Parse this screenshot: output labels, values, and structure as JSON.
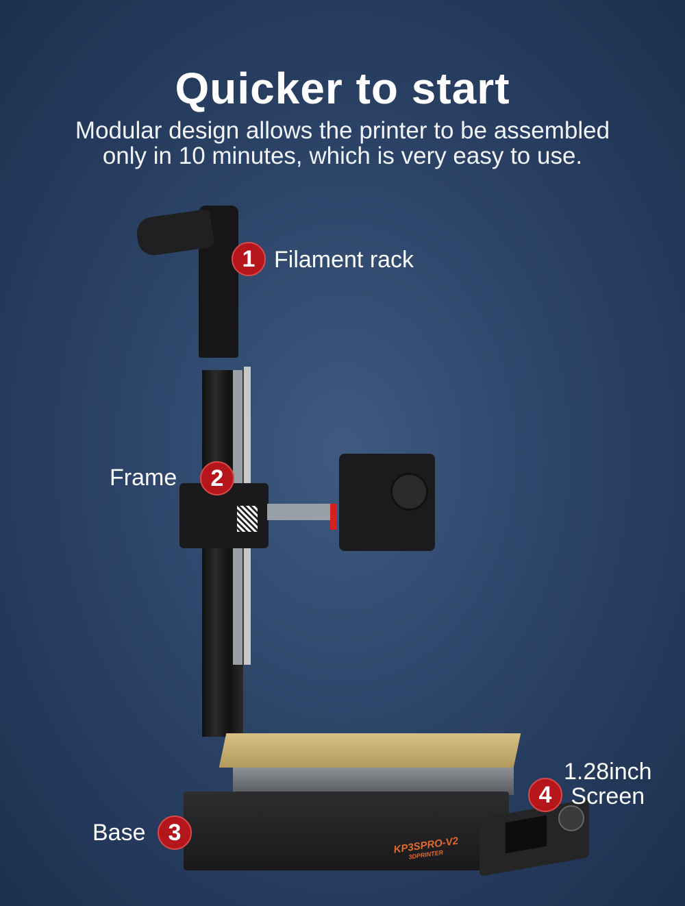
{
  "title": "Quicker to start",
  "subtitle_line1": "Modular design allows the printer to be assembled",
  "subtitle_line2": "only in 10 minutes, which is very easy to use.",
  "callouts": [
    {
      "number": "1",
      "label": "Filament rack"
    },
    {
      "number": "2",
      "label": "Frame"
    },
    {
      "number": "3",
      "label": "Base"
    },
    {
      "number": "4",
      "label_line1": "1.28inch",
      "label_line2": "Screen"
    }
  ],
  "product": {
    "model": "KP3SPRO-V2",
    "brand": "3DPRINTER"
  },
  "colors": {
    "badge": "#b5161b",
    "accent_red": "#d62020"
  }
}
